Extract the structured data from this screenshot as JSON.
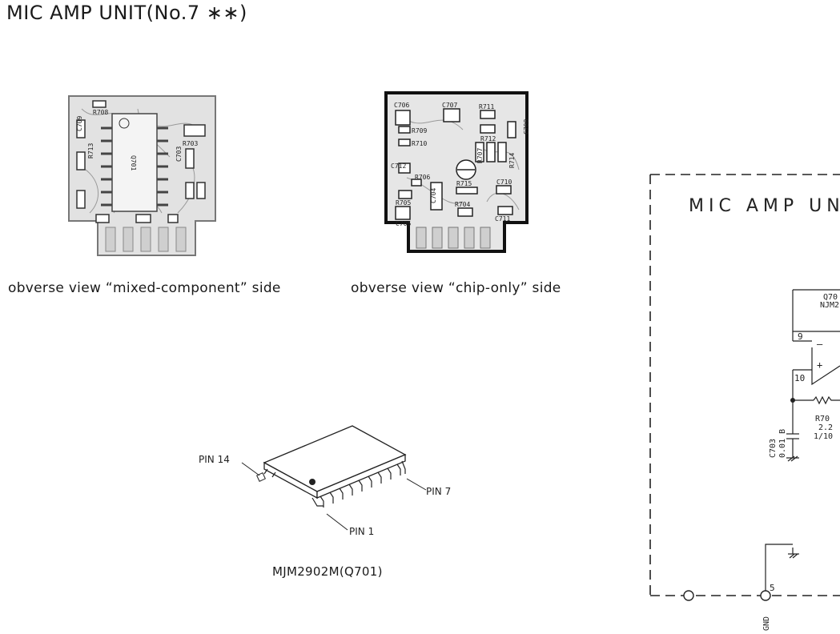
{
  "title": "MIC AMP UNIT(No.7 ∗∗)",
  "board_views": {
    "mixed_caption": "obverse view “mixed-component” side",
    "chip_caption": "obverse view “chip-only” side",
    "mixed_labels": [
      "R708",
      "C709",
      "R713",
      "R703",
      "C703",
      "Q701"
    ],
    "chip_labels": [
      "C706",
      "C707",
      "R711",
      "R709",
      "R710",
      "R712",
      "C708",
      "R707",
      "R714",
      "C712",
      "R706",
      "R715",
      "C710",
      "R705",
      "C704",
      "R704",
      "C705",
      "C711"
    ]
  },
  "ic_package": {
    "pin14": "PIN 14",
    "pin7": "PIN 7",
    "pin1": "PIN 1",
    "caption": "MJM2902M(Q701)"
  },
  "schematic": {
    "block_title": "MIC AMP UN",
    "q_label": "Q70",
    "q_part": "NJM2",
    "pin9": "9",
    "pin10": "10",
    "minus": "–",
    "plus": "+",
    "cap_name": "C703",
    "cap_value": "0.01 B",
    "res_name": "R70",
    "res_value": "2.2",
    "res_rating": "1/10",
    "pin5": "5",
    "gnd": "GND"
  }
}
